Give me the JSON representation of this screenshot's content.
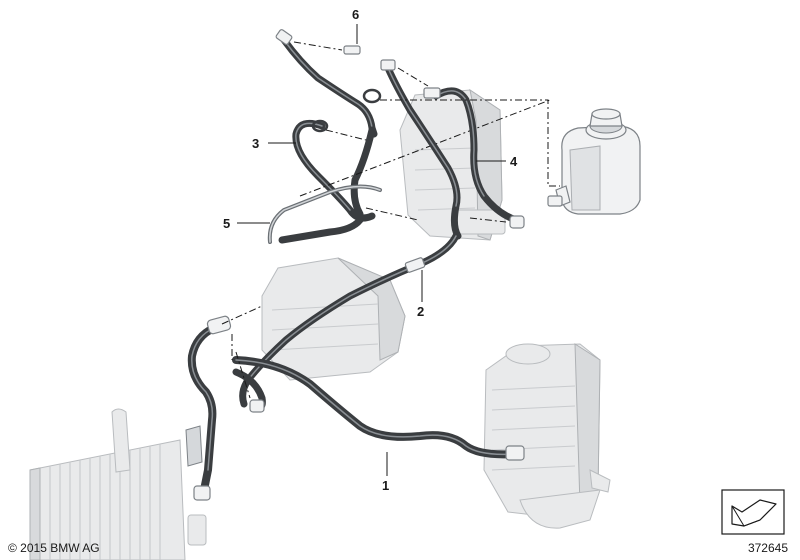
{
  "diagram": {
    "callouts": [
      {
        "id": "1",
        "label": "1"
      },
      {
        "id": "2",
        "label": "2"
      },
      {
        "id": "3",
        "label": "3"
      },
      {
        "id": "4",
        "label": "4"
      },
      {
        "id": "5",
        "label": "5"
      },
      {
        "id": "6",
        "label": "6"
      }
    ],
    "copyright": "© 2015 BMW AG",
    "reference_number": "372645",
    "icon": "arrow-pointer-icon"
  }
}
